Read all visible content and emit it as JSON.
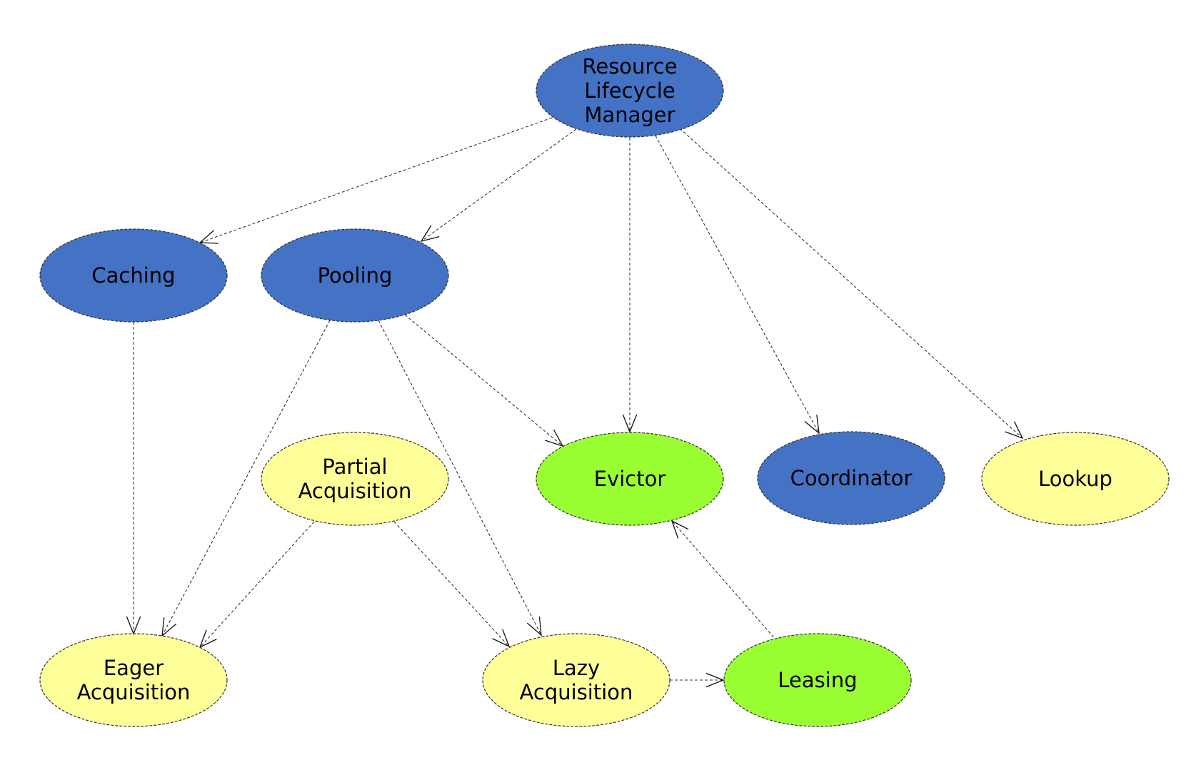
{
  "diagram": {
    "type": "dependency-graph",
    "colors": {
      "blue": "#4472c4",
      "green": "#99ff33",
      "yellow": "#ffff99",
      "stroke": "#333333"
    },
    "nodes": [
      {
        "id": "resource-lifecycle-manager",
        "lines": [
          "Resource",
          "Lifecycle",
          "Manager"
        ],
        "color": "blue"
      },
      {
        "id": "caching",
        "lines": [
          "Caching"
        ],
        "color": "blue"
      },
      {
        "id": "pooling",
        "lines": [
          "Pooling"
        ],
        "color": "blue"
      },
      {
        "id": "partial-acquisition",
        "lines": [
          "Partial",
          "Acquisition"
        ],
        "color": "yellow"
      },
      {
        "id": "evictor",
        "lines": [
          "Evictor"
        ],
        "color": "green"
      },
      {
        "id": "coordinator",
        "lines": [
          "Coordinator"
        ],
        "color": "blue"
      },
      {
        "id": "lookup",
        "lines": [
          "Lookup"
        ],
        "color": "yellow"
      },
      {
        "id": "eager-acquisition",
        "lines": [
          "Eager",
          "Acquisition"
        ],
        "color": "yellow"
      },
      {
        "id": "lazy-acquisition",
        "lines": [
          "Lazy",
          "Acquisition"
        ],
        "color": "yellow"
      },
      {
        "id": "leasing",
        "lines": [
          "Leasing"
        ],
        "color": "green"
      }
    ],
    "edges": [
      {
        "from": "resource-lifecycle-manager",
        "to": "caching",
        "style": "dashed"
      },
      {
        "from": "resource-lifecycle-manager",
        "to": "pooling",
        "style": "dashed"
      },
      {
        "from": "resource-lifecycle-manager",
        "to": "evictor",
        "style": "dashed"
      },
      {
        "from": "resource-lifecycle-manager",
        "to": "coordinator",
        "style": "dashed"
      },
      {
        "from": "resource-lifecycle-manager",
        "to": "lookup",
        "style": "dashed"
      },
      {
        "from": "caching",
        "to": "eager-acquisition",
        "style": "dashed"
      },
      {
        "from": "pooling",
        "to": "eager-acquisition",
        "style": "dashed"
      },
      {
        "from": "pooling",
        "to": "lazy-acquisition",
        "style": "dashed"
      },
      {
        "from": "pooling",
        "to": "evictor",
        "style": "dashed"
      },
      {
        "from": "partial-acquisition",
        "to": "eager-acquisition",
        "style": "dashed"
      },
      {
        "from": "partial-acquisition",
        "to": "lazy-acquisition",
        "style": "dashed"
      },
      {
        "from": "lazy-acquisition",
        "to": "leasing",
        "style": "dashed"
      },
      {
        "from": "leasing",
        "to": "evictor",
        "style": "dashed"
      }
    ]
  }
}
